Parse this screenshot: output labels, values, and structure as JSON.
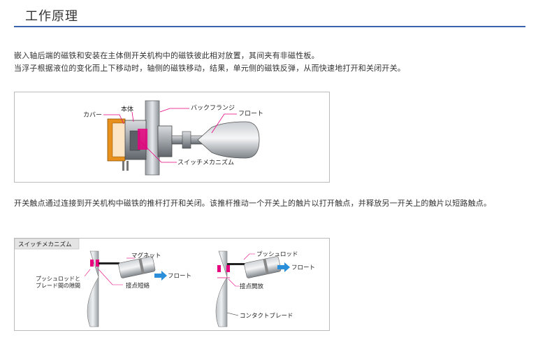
{
  "section": {
    "title": "工作原理"
  },
  "paragraphs": [
    "嵌入轴后端的磁铁和安装在主体侧开关机构中的磁铁彼此相对放置，其间夹有非磁性板。",
    "当浮子根据液位的变化而上下移动时，轴侧的磁铁移动，结果，单元侧的磁铁反弹，从而快速地打开和关闭开关。",
    "开关触点通过连接到开关机构中磁铁的推杆打开和关闭。该推杆推动一个开关上的触片以打开触点，并释放另一开关上的触片以短路触点。"
  ],
  "figure1": {
    "labels": {
      "cover": "カバー",
      "body": "本体",
      "back_flange": "バックフランジ",
      "float": "フロート",
      "switch_mechanism": "スイッチメカニズム"
    }
  },
  "figure2": {
    "header": "スイッチメカニズム",
    "labels": {
      "magnet": "マグネット",
      "gap": "プッシュロッドと\nブレード間の隙間",
      "contact_short": "接点短絡",
      "float_left": "フロート",
      "pushrod": "プッシュロッド",
      "float_right": "フロート",
      "contact_open": "接点開放",
      "contact_blade": "コンタクトブレード"
    }
  },
  "colors": {
    "accent": "#3b62ad",
    "magenta": "#e6007e",
    "arrow": "#2a8fd8",
    "orange": "#e8901e"
  }
}
